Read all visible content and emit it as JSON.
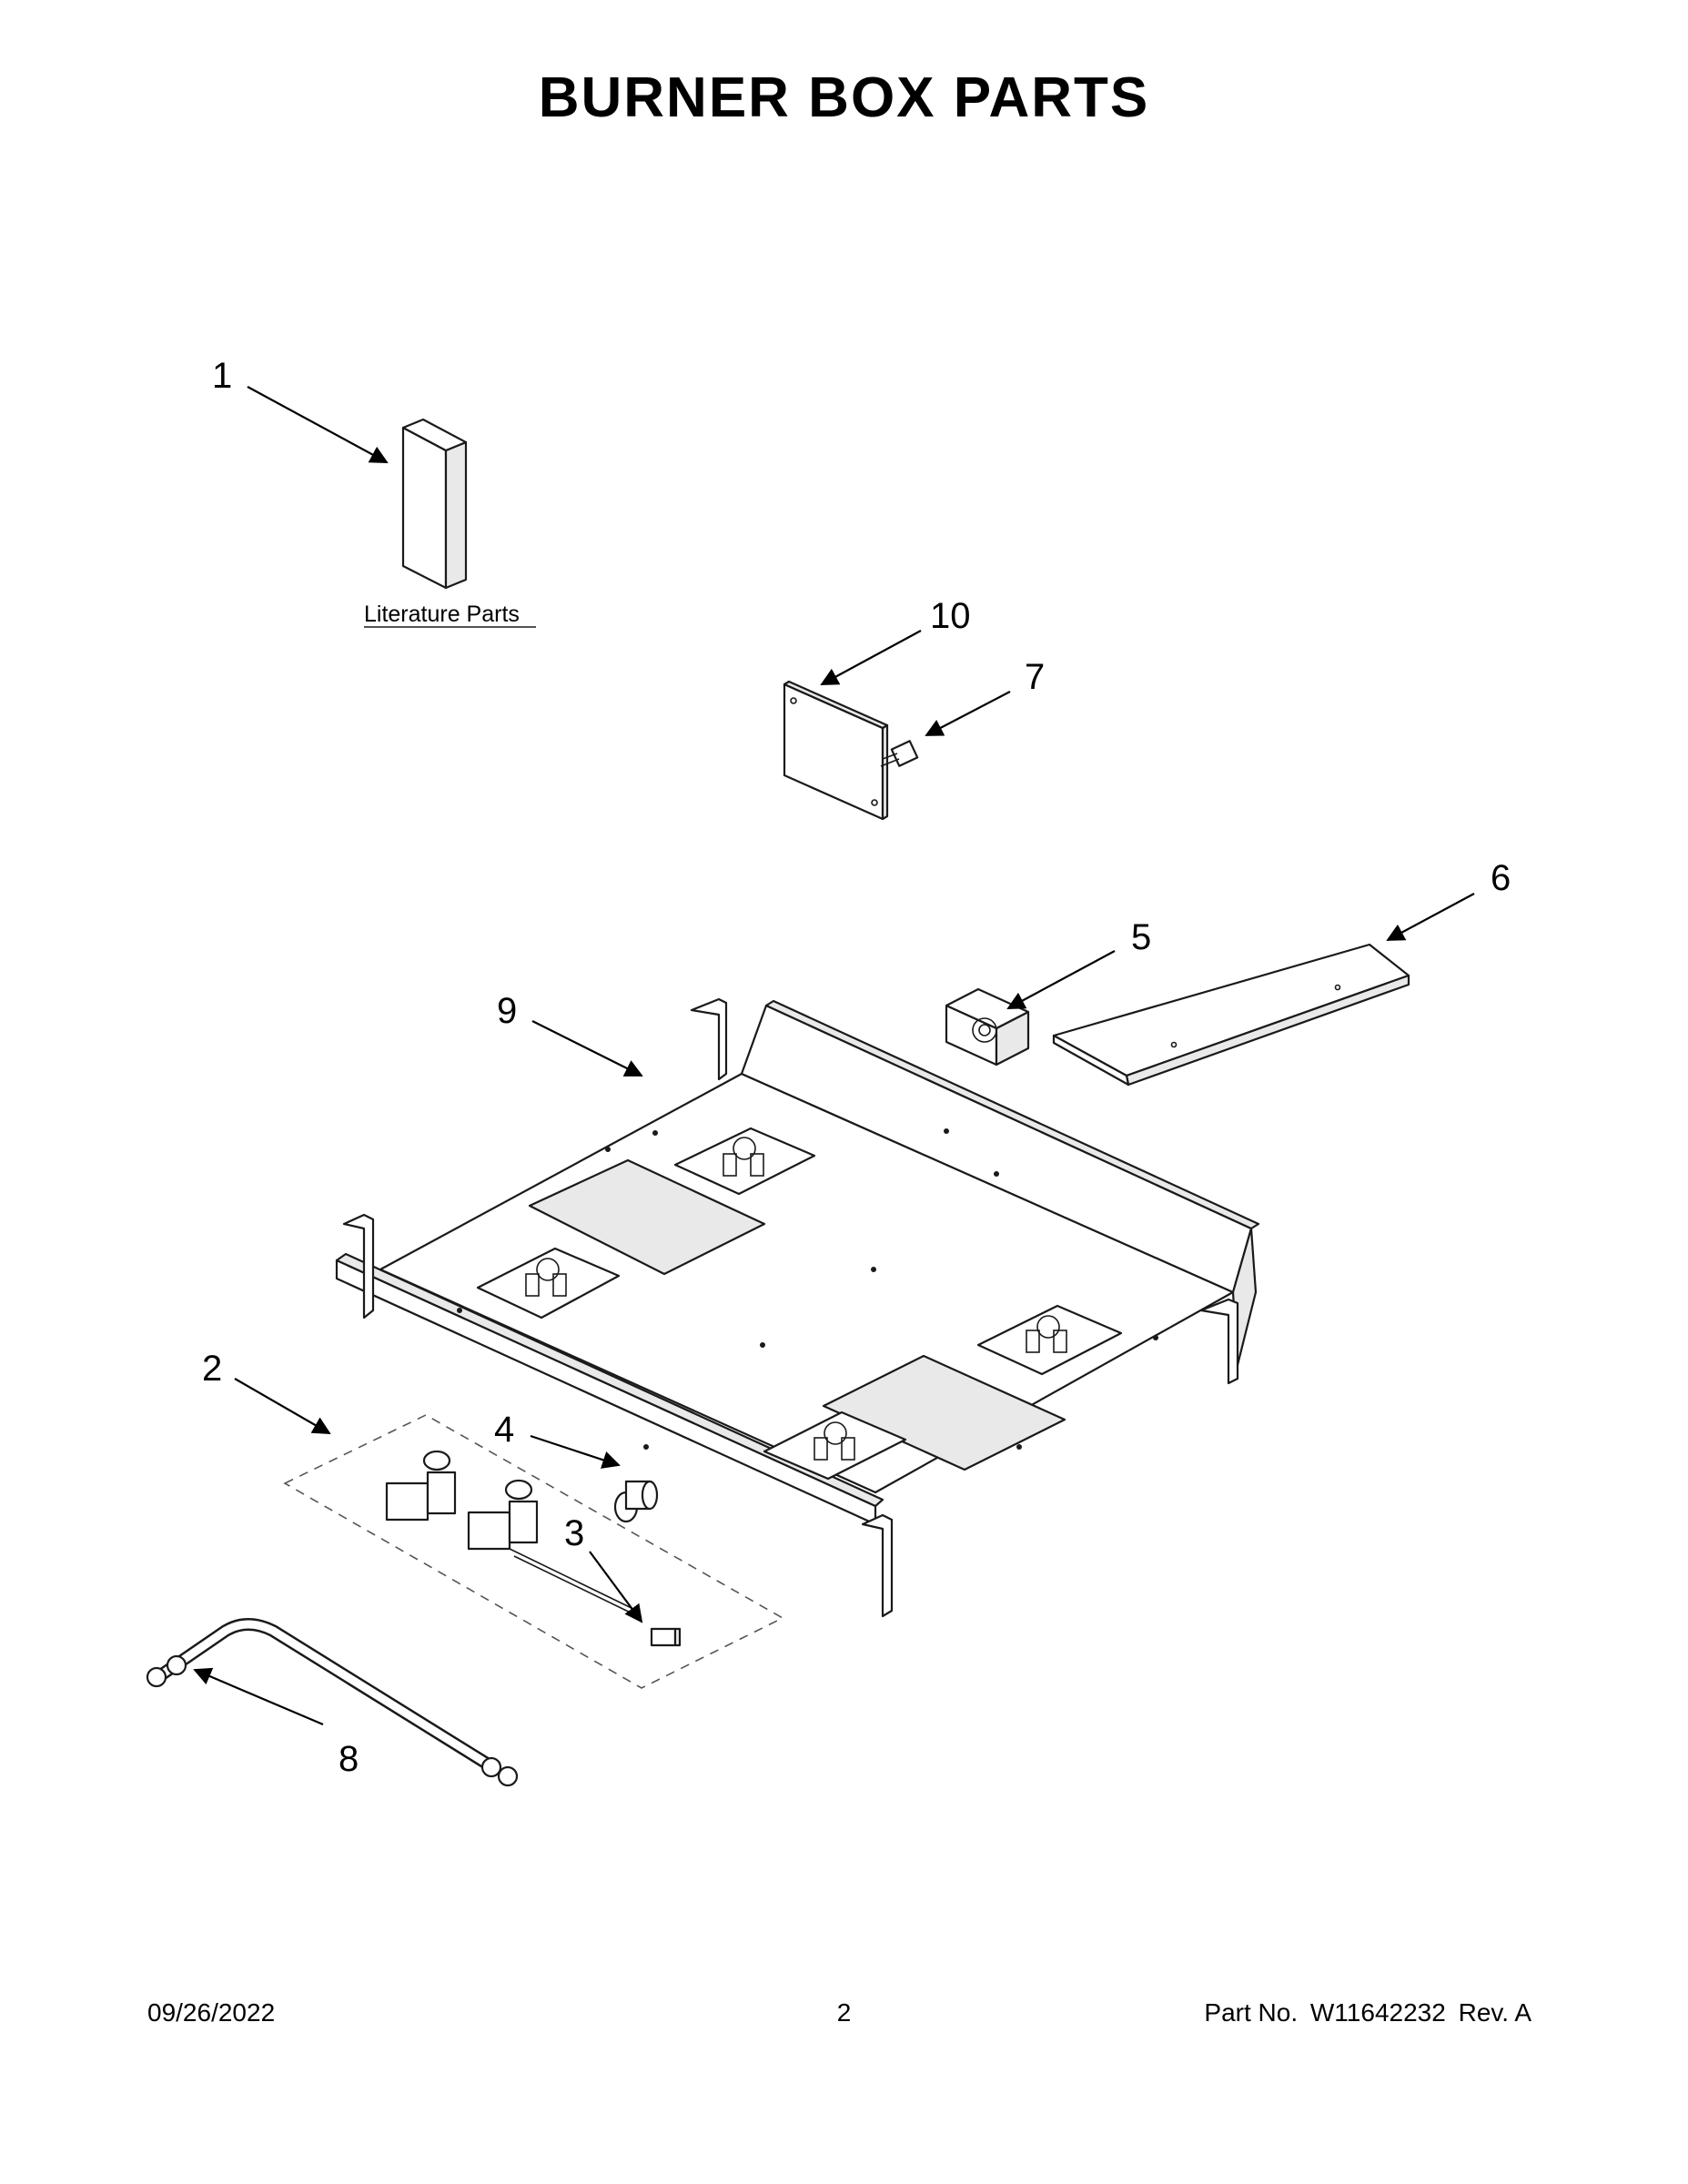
{
  "page": {
    "title": "BURNER BOX PARTS"
  },
  "callouts": [
    "1",
    "2",
    "3",
    "4",
    "5",
    "6",
    "7",
    "8",
    "9",
    "10"
  ],
  "literature_label": "Literature Parts",
  "footer": {
    "date": "09/26/2022",
    "page_number": "2",
    "part_label": "Part No.",
    "part_number": "W11642232",
    "revision": "Rev. A"
  }
}
